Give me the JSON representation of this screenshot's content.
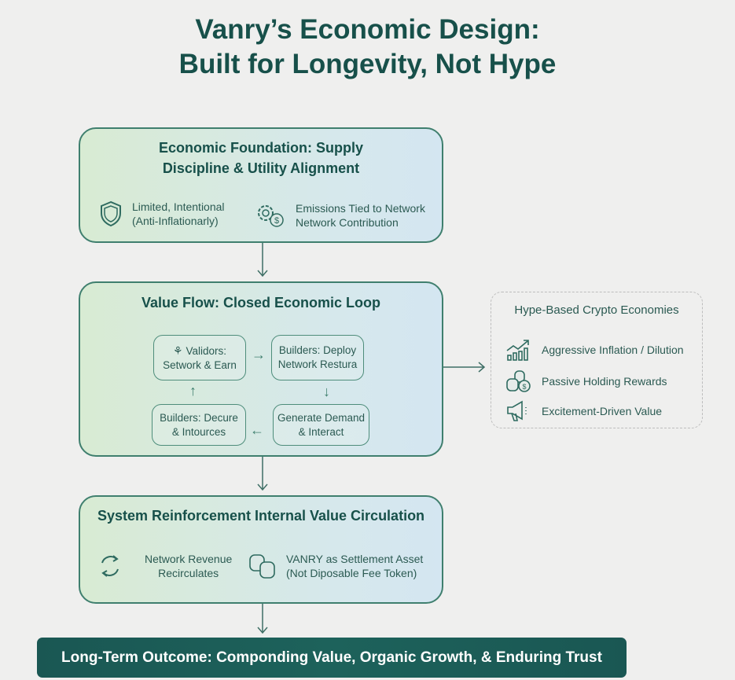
{
  "title": {
    "line1": "Vanry’s Economic Design:",
    "line2": "Built for Longevity, Not Hype"
  },
  "foundation": {
    "title1": "Economic Foundation: Supply",
    "title2": "Discipline & Utility Alignment",
    "items": [
      {
        "icon": "shield-icon",
        "line1": "Limited, Intentional",
        "line2": "(Anti-Inflationarly)"
      },
      {
        "icon": "gear-dollar-icon",
        "line1": "Emissions Tied to Network",
        "line2": "Network Contribution"
      }
    ]
  },
  "value_flow": {
    "title": "Value Flow: Closed Economic Loop",
    "nodes": [
      {
        "line1": "Validors:",
        "line2": "Setwork & Earn",
        "icon": "validator-icon"
      },
      {
        "line1": "Builders: Deploy",
        "line2": "Network Restura"
      },
      {
        "line1": "Generate Demand",
        "line2": "& Interact"
      },
      {
        "line1": "Builders: Decure",
        "line2": "& Intources"
      }
    ]
  },
  "reinforcement": {
    "title": "System Reinforcement Internal Value Circulation",
    "items": [
      {
        "icon": "recycle-icon",
        "line1": "Network Revenue",
        "line2": "Recirculates"
      },
      {
        "icon": "coin-stack-icon",
        "line1": "VANRY as Settlement Asset",
        "line2": "(Not Diposable Fee Token)"
      }
    ]
  },
  "hype": {
    "title": "Hype-Based Crypto Economies",
    "items": [
      {
        "icon": "chart-up-icon",
        "label": "Aggressive Inflation / Dilution"
      },
      {
        "icon": "coins-dollar-icon",
        "label": "Passive Holding Rewards"
      },
      {
        "icon": "megaphone-icon",
        "label": "Excitement-Driven Value"
      }
    ]
  },
  "outcome": {
    "label": "Long-Term Outcome: Componding Value, Organic Growth, & Enduring Trust"
  },
  "colors": {
    "accent": "#17504a",
    "border": "#3f7f6e",
    "outcome_bg": "#1b5a55"
  }
}
